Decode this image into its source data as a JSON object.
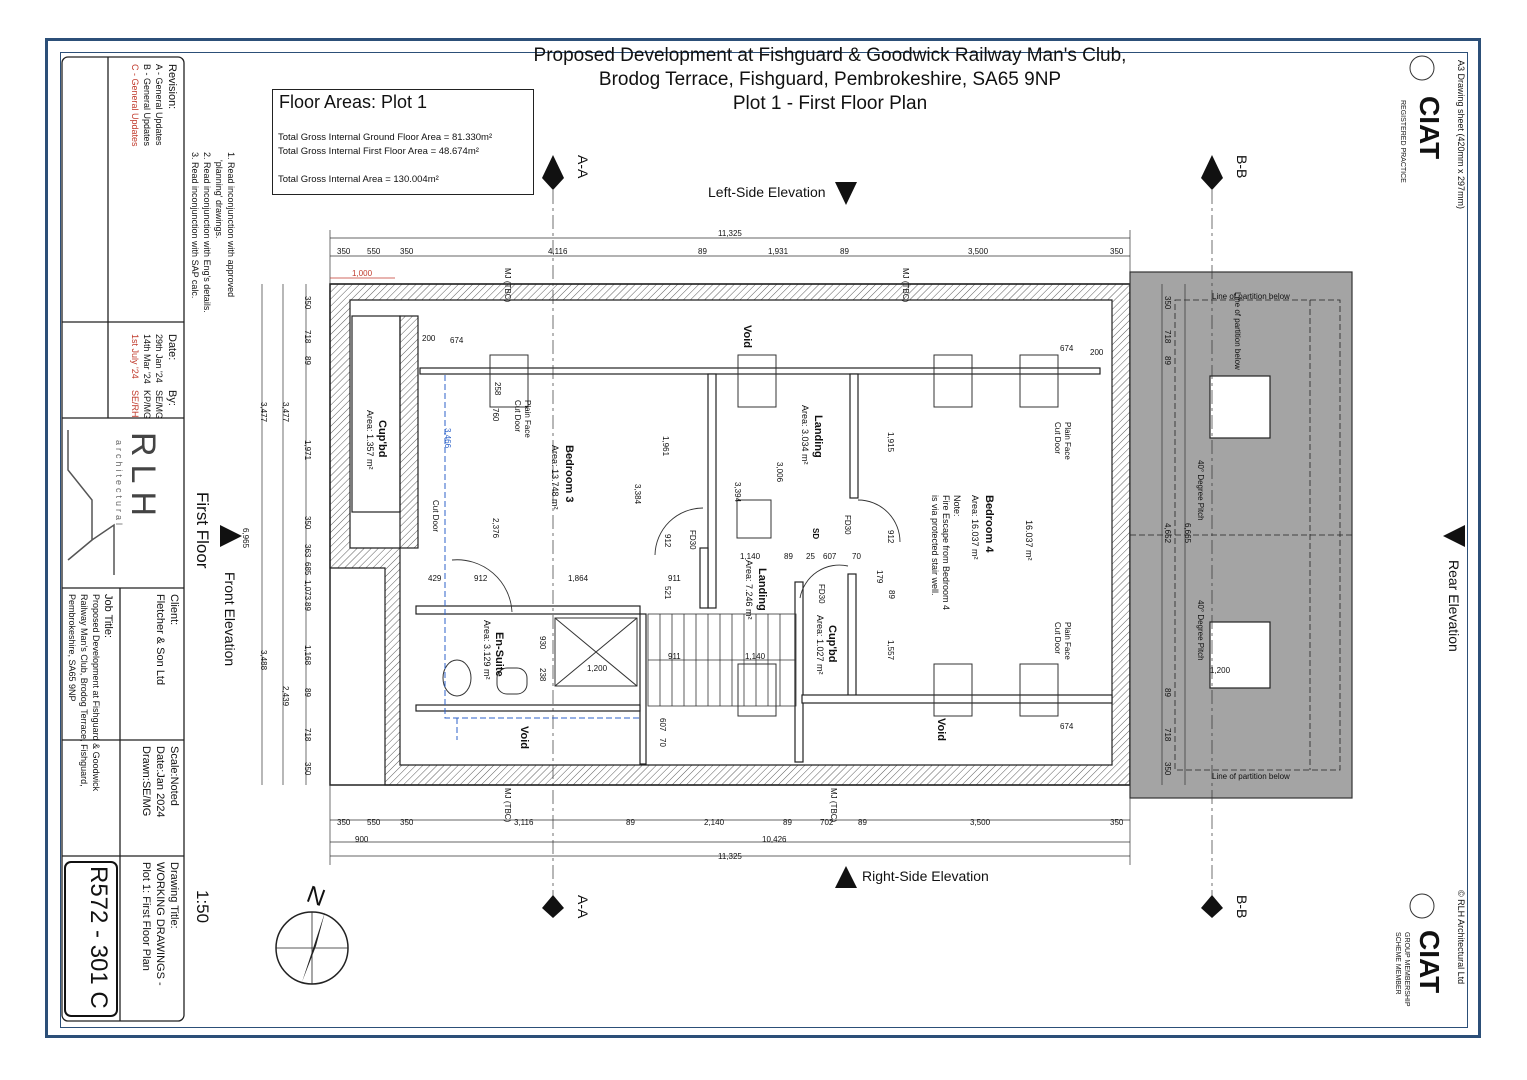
{
  "title": {
    "line1": "Proposed Development at Fishguard & Goodwick Railway Man's Club,",
    "line2": "Brodog Terrace, Fishguard, Pembrokeshire, SA65 9NP",
    "line3": "Plot 1 - First Floor Plan"
  },
  "floor_areas": {
    "heading": "Floor Areas: Plot 1",
    "ground": "Total Gross Internal Ground Floor Area = 81.330m²",
    "first": "Total Gross Internal First Floor Area = 48.674m²",
    "total": "Total Gross Internal Area = 130.004m²"
  },
  "sheet": {
    "size_label": "A3 Drawing sheet (420mm x 297mm)",
    "ciat_top": "CIAT",
    "ciat_top_sub": "REGISTERED PRACTICE",
    "ciat_bottom": "CIAT",
    "ciat_bottom_sub1": "GROUP MEMBERSHIP",
    "ciat_bottom_sub2": "SCHEME MEMBER",
    "copyright": "© RLH Architectural Ltd"
  },
  "title_block": {
    "revision_header": "Revision:",
    "date_header": "Date:",
    "by_header": "By:",
    "revisions": [
      {
        "label": "A - General Updates",
        "date": "29th Jan '24",
        "by": "SE/MG",
        "color": "#111111"
      },
      {
        "label": "B - General Updates",
        "date": "14th Mar '24",
        "by": "KP/MG",
        "color": "#111111"
      },
      {
        "label": "C - General Updates",
        "date": "1st July '24",
        "by": "SE/RH",
        "color": "#c0392b"
      }
    ],
    "notes": [
      "1. Read inconjunction with approved",
      "'planning' drawings.",
      "2. Read inconjunction with Eng's details.",
      "3. Read inconjunction with SAP calc."
    ],
    "logo": "RLH",
    "logo_sub": "architectural",
    "client_label": "Client:",
    "client": "Fletcher & Son Ltd",
    "job_label": "Job Title:",
    "job_lines": [
      "Proposed Development at Fishguard & Goodwick",
      "Railway Man's Club, Brodog Terrace, Fishguard,",
      "Pembrokeshire, SA65 9NP"
    ],
    "scale": "Scale:Noted",
    "date": "Date:Jan 2024",
    "drawn": "Drawn:SE/MG",
    "drawing_title_label": "Drawing Title:",
    "drawing_title_lines": [
      "WORKING DRAWINGS -",
      "Plot 1: First Floor Plan"
    ],
    "drawing_number": "R572 - 301 C",
    "first_floor": "First Floor",
    "scale_ratio": "1:50",
    "north": "N"
  },
  "elevations": {
    "left": "Left-Side Elevation",
    "right": "Right-Side Elevation",
    "front": "Front Elevation",
    "rear": "Rear Elevation",
    "section_aa": "A-A",
    "section_bb": "B-B"
  },
  "rooms": {
    "bedroom3": "Bedroom 3",
    "bedroom3_area": "Area: 13.748 m²",
    "bedroom4": "Bedroom 4",
    "bedroom4_area": "Area: 16.037 m²",
    "bedroom4_note": "Note:",
    "bedroom4_note1": "Fire Escape from Bedroom 4",
    "bedroom4_note2": "is via protected stair well.",
    "landing1": "Landing",
    "landing1_area": "Area: 3.034 m²",
    "landing2": "Landing",
    "landing2_area": "Area: 7.246 m²",
    "cupbd1": "Cup'bd",
    "cupbd1_area": "Area: 1.357 m²",
    "cupbd2": "Cup'bd",
    "cupbd2_area": "Area: 1.027 m²",
    "ensuite": "En-Suite",
    "ensuite_area": "Area: 3.129 m²",
    "void": "Void",
    "extra_area": "16.037 m²"
  },
  "dims": {
    "top_overall": "11,325",
    "top": [
      "350",
      "550",
      "350",
      "4,116",
      "89",
      "1,931",
      "89",
      "3,500",
      "350"
    ],
    "bottom": [
      "350",
      "550",
      "350",
      "3,116",
      "89",
      "2,140",
      "89",
      "702",
      "89",
      "3,500",
      "350"
    ],
    "bottom_mid": "900",
    "bottom_mid2": "10,426",
    "bottom_overall": "11,325",
    "left_col1": [
      "350",
      "718",
      "89",
      "1,971",
      "350",
      "363",
      "685",
      "1,073",
      "89",
      "1,168",
      "89",
      "718",
      "350"
    ],
    "left_col2": [
      "3,477",
      "6,965",
      "3,488"
    ],
    "left_col3": [
      "3,477",
      "2,439"
    ],
    "right_col": [
      "350",
      "718",
      "89",
      "4,652",
      "6,665",
      "89",
      "718",
      "350"
    ],
    "red_dim": "1,000",
    "interior": [
      "200",
      "674",
      "674",
      "200",
      "674",
      "429",
      "912",
      "1,864",
      "1,140",
      "89",
      "25",
      "607",
      "70",
      "911",
      "1,140",
      "911",
      "607",
      "70",
      "930",
      "238",
      "1,200",
      "1,961",
      "3,384",
      "3,006",
      "2,376",
      "1,915",
      "1,557",
      "912",
      "912",
      "521",
      "760",
      "258",
      "3,394",
      "3,466",
      "179",
      "89"
    ]
  },
  "tags": {
    "mj": "MJ (TBC)",
    "fd30": "FD30",
    "plain_face": "Plain Face",
    "cut_door": "Cut Door",
    "partition": "Line of partition below",
    "pitch": "40° Degree Pitch",
    "sd": "SD"
  }
}
